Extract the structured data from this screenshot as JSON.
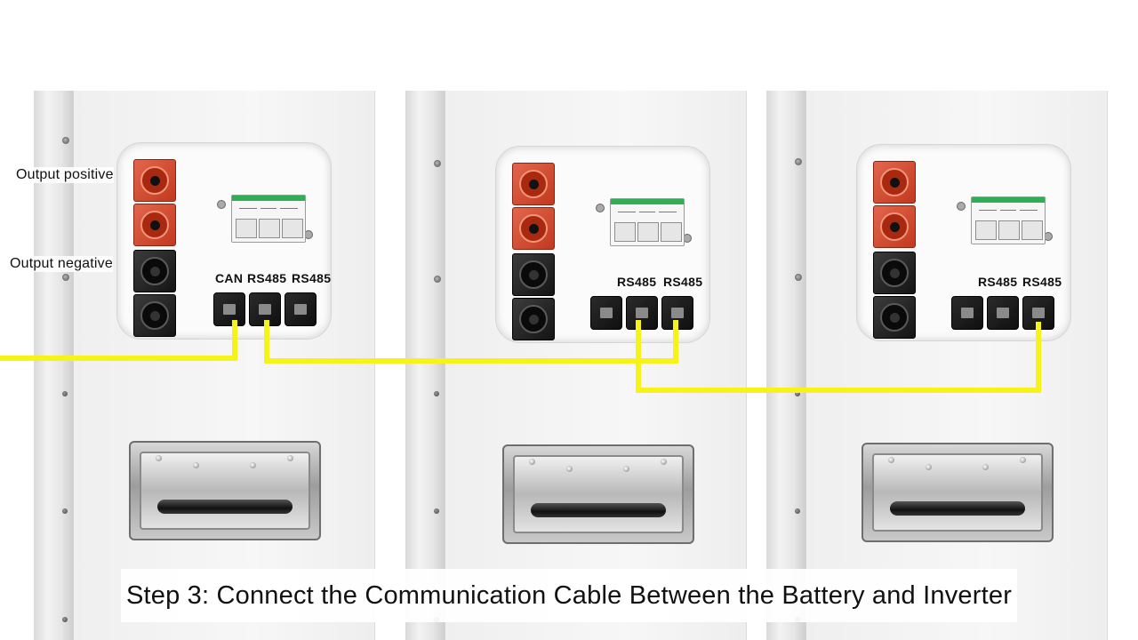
{
  "labels": {
    "output_positive": "Output positive",
    "output_negative": "Output negative"
  },
  "batteries": [
    {
      "port_labels": [
        "CAN",
        "RS485",
        "RS485"
      ]
    },
    {
      "port_labels": [
        "RS485",
        "RS485"
      ]
    },
    {
      "port_labels": [
        "RS485",
        "RS485"
      ]
    }
  ],
  "caption": "Step 3: Connect the Communication Cable Between the Battery and Inverter",
  "colors": {
    "cable": "#f7f219",
    "terminal_positive": "#d44a2e",
    "terminal_negative": "#1c1c1c",
    "breaker_band": "#2fae55"
  }
}
